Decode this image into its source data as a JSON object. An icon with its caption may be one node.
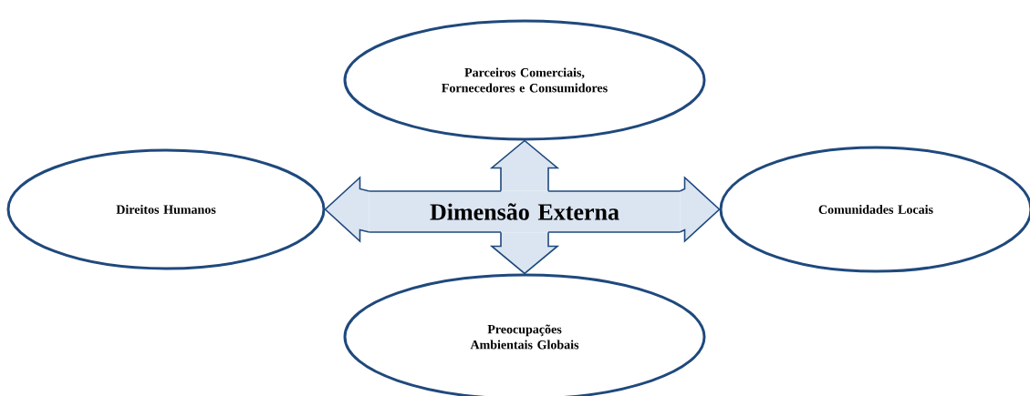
{
  "diagram": {
    "nodes": [
      {
        "text": [
          "Parceiros Comerciais, Fornecedores e Consumidores"
        ]
      },
      {
        "text": [
          "Direitos Humanos"
        ]
      },
      {
        "text": [
          "Dimensão Externa"
        ]
      },
      {
        "text": [
          "Comunidades Locais"
        ]
      },
      {
        "text": [
          "Preocupações Ambientais Globais"
        ]
      }
    ],
    "edges": [
      {
        "from": 2,
        "to": 0,
        "arrow": "to"
      },
      {
        "from": 2,
        "to": 1,
        "arrow": "to"
      },
      {
        "from": 2,
        "to": 3,
        "arrow": "to"
      },
      {
        "from": 2,
        "to": 4,
        "arrow": "to"
      }
    ]
  }
}
